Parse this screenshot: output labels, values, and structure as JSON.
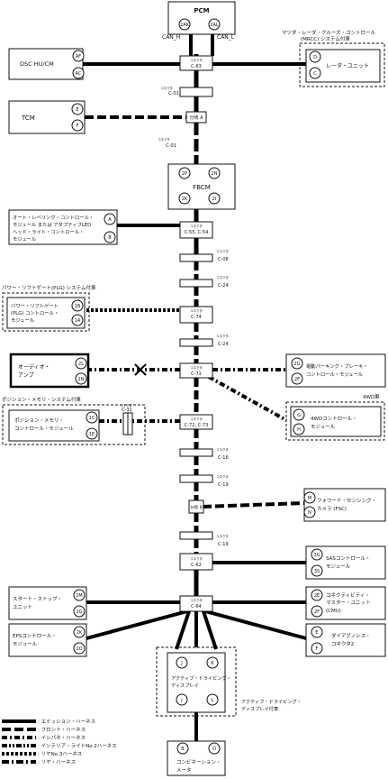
{
  "modules": {
    "pcm": "PCM",
    "dsc": "DSC HU/CM",
    "tcm": "TCM",
    "fbcm": "FBCM",
    "radar_title": "マツダ・レーダ・クルーズ・コントロール",
    "radar_title2": "(MRCC) システム付車",
    "radar": "レーダ・ユニット",
    "auto_level_1": "オート・レベリング・コントロール・",
    "auto_level_2": "モジュール または アダプティブLED",
    "auto_level_3": "ヘッド・ライト・コントロール・",
    "auto_level_4": "モジュール",
    "plg_title": "パワー・リフトゲート(PLG) システム付車",
    "plg_1": "パワー・リフトゲート",
    "plg_2": "(PLG) コントロール・",
    "plg_3": "モジュール",
    "audio_1": "オーディオ・",
    "audio_2": "アンプ",
    "epb_1": "電動パーキング・ブレーキ・",
    "epb_2": "コントロール・モジュール",
    "awd_title": "4WD車",
    "awd_1": "4WDコントロール・",
    "awd_2": "モジュール",
    "posmem_title": "ポジション・メモリ・システム付車",
    "posmem_1": "ポジション・メモリ・",
    "posmem_2": "コントロール・モジュール",
    "fsc_1": "フォワード・センシング・",
    "fsc_2": "カメラ (FSC)",
    "sas_1": "SASコントロール・",
    "sas_2": "モジュール",
    "sss_1": "スタート・ストップ・",
    "sss_2": "ユニット",
    "cmu_1": "コネクティビティ・",
    "cmu_2": "マスター・ユニット",
    "cmu_3": "(CMU)",
    "eps_1": "EPSコントロール・",
    "eps_2": "モジュール",
    "diag_1": "ダイアグノシス・",
    "diag_2": "コネクタ2",
    "add_1": "アクティブ・ドライビング・",
    "add_2": "ディスプレイ",
    "add_title1": "アクティブ・ドライビング・",
    "add_title2": "ディスプレイ付車",
    "meter_1": "コンビネーション・",
    "meter_2": "メータ"
  },
  "pins": {
    "pcm_h": "2AK",
    "pcm_l": "2AL",
    "dsc_a": "AF",
    "dsc_b": "AC",
    "radar_a": "D",
    "radar_b": "C",
    "tcm_a": "E",
    "tcm_b": "F",
    "fbcm_a": "2P",
    "fbcm_b": "2N",
    "fbcm_c": "2K",
    "fbcm_d": "2I",
    "al_a": "A",
    "al_b": "B",
    "plg_a": "1B",
    "plg_b": "1A",
    "audio_a": "2L",
    "audio_b": "2N",
    "epb_a": "2G",
    "epb_b": "2F",
    "awd_a": "G",
    "awd_b": "H",
    "pm_a": "1C",
    "pm_b": "1E",
    "fsc_a": "M",
    "fsc_b": "N",
    "sas_a": "3G",
    "sas_b": "3S",
    "sss_a": "2M",
    "sss_b": "2G",
    "cmu_a": "2E",
    "cmu_b": "2F",
    "eps_a": "2K",
    "eps_b": "2O",
    "diag_a": "E",
    "diag_b": "F",
    "add_a": "J",
    "add_b": "K",
    "add_c": "J",
    "add_d": "L",
    "meter_a": "B",
    "meter_b": "D"
  },
  "labels": {
    "can_h": "CAN_H",
    "can_l": "CAN_L",
    "kon": "コネクタ",
    "c63": "C-63",
    "c01": "C-01",
    "bunki_a": "分岐 A",
    "c55": "C-55, C-54",
    "c08": "C-08",
    "c24": "C-24",
    "c74": "C-74",
    "c71": "C-71",
    "c31": "C-31",
    "c72": "C-72, C-73",
    "c16": "C-16",
    "c19": "C-19",
    "bunki_b": "分岐 B",
    "c62": "C-62",
    "c64": "C-64"
  },
  "legend": [
    {
      "label": ": エミッション・ハーネス",
      "style": "emission"
    },
    {
      "label": ": フロント・ハーネス",
      "style": "front"
    },
    {
      "label": ": インパネ・ハーネス",
      "style": "instrument"
    },
    {
      "label": ": インテリア・ライトNo.2ハーネス",
      "style": "interior"
    },
    {
      "label": ": リヤNo.3ハーネス",
      "style": "rear3"
    },
    {
      "label": ": リヤ・ハーネス",
      "style": "rear"
    }
  ]
}
